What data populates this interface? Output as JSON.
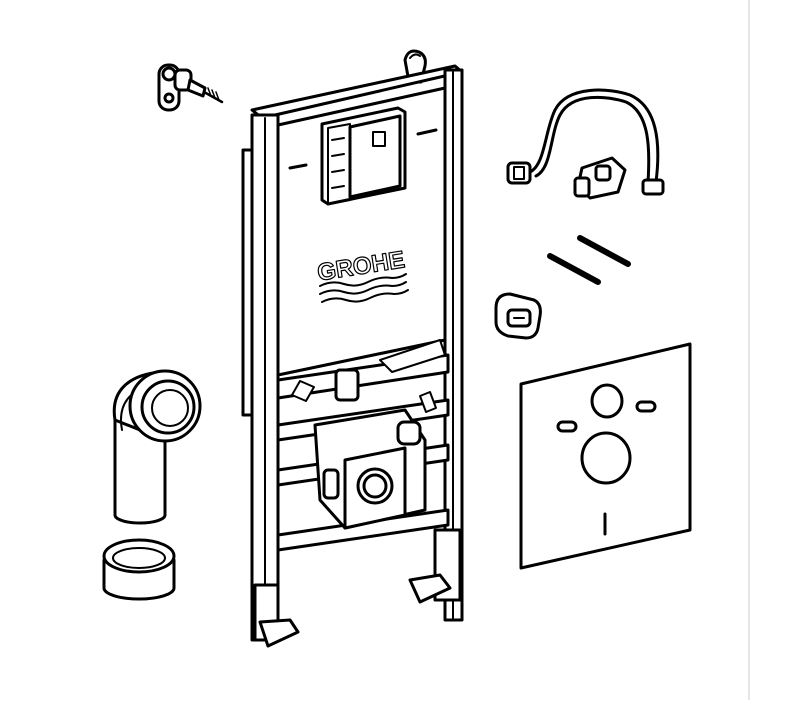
{
  "brand": {
    "logo_text": "GROHE"
  },
  "colors": {
    "line": "#000000",
    "background": "#ffffff",
    "border": "#cccccc"
  },
  "parts": [
    {
      "id": "wall-bracket",
      "icon": "wall-anchor-bracket"
    },
    {
      "id": "installation-frame",
      "icon": "steel-frame"
    },
    {
      "id": "supply-hose",
      "icon": "flexible-hose"
    },
    {
      "id": "fixing-rods",
      "icon": "threaded-rods"
    },
    {
      "id": "cable-grommet",
      "icon": "grommet"
    },
    {
      "id": "soundproof-mat",
      "icon": "sound-insulation-pad"
    },
    {
      "id": "drain-bend",
      "icon": "elbow-pipe"
    },
    {
      "id": "connector-sleeve",
      "icon": "pipe-sleeve"
    }
  ]
}
